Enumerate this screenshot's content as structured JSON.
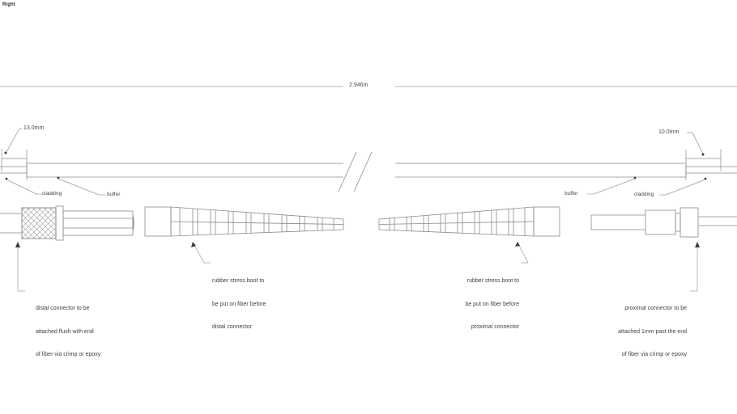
{
  "view": {
    "label": "Right"
  },
  "dimensions": {
    "overall_length": "2.946m",
    "distal_strip": "13.0mm",
    "proximal_strip": "10.0mm"
  },
  "part_labels": {
    "cladding_left": "cladding",
    "buffer_left": "buffer",
    "buffer_right": "buffer",
    "cladding_right": "cladding"
  },
  "notes": {
    "distal_connector": {
      "line1": "distal connector to be",
      "line2": "attached flush with end",
      "line3": "of fiber via crimp or epoxy"
    },
    "distal_boot": {
      "line1": "rubber stress boot to",
      "line2": "be put on fiber before",
      "line3": "distal connector"
    },
    "proximal_boot": {
      "line1": "rubber stress boot to",
      "line2": "be put on fiber before",
      "line3": "proximal connector"
    },
    "proximal_connector": {
      "line1": "proximal connector to be",
      "line2": "attached 1mm past the end",
      "line3": "of fiber via crimp or epoxy"
    }
  },
  "colors": {
    "line": "#8a8a8a",
    "text": "#3f3f3f",
    "background": "#ffffff"
  }
}
